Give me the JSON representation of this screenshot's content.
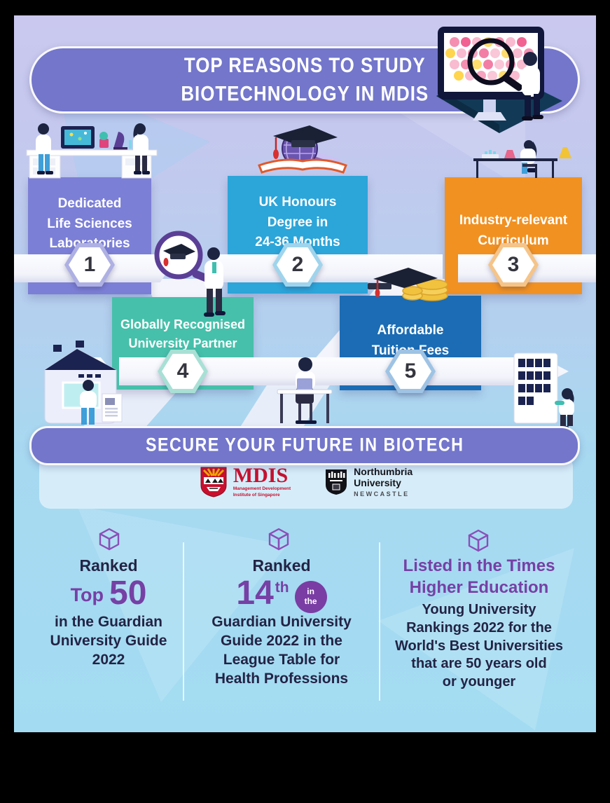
{
  "header": {
    "title": "TOP REASONS TO STUDY\nBIOTECHNOLOGY IN MDIS"
  },
  "reasons": [
    {
      "number": "1",
      "label": "Dedicated\nLife Sciences\nLaboratories",
      "color": "#7c7fd6",
      "badge_border": "#aeb0e3"
    },
    {
      "number": "2",
      "label": "UK Honours\nDegree in\n24-36 Months",
      "color": "#2ca5d9",
      "badge_border": "#9fd4ec"
    },
    {
      "number": "3",
      "label": "Industry-relevant\nCurriculum",
      "color": "#f19122",
      "badge_border": "#f5c489"
    },
    {
      "number": "4",
      "label": "Globally Recognised\nUniversity Partner",
      "color": "#46c0aa",
      "badge_border": "#a8e0d5"
    },
    {
      "number": "5",
      "label": "Affordable\nTuition Fees",
      "color": "#1b6cb4",
      "badge_border": "#9ec3e4"
    }
  ],
  "banner": {
    "title": "SECURE YOUR FUTURE IN BIOTECH"
  },
  "logos": {
    "mdis": {
      "acronym": "MDIS",
      "subtitle": "Management Development\nInstitute of Singapore"
    },
    "northumbria": {
      "name": "Northumbria\nUniversity",
      "city": "NEWCASTLE"
    }
  },
  "facts": [
    {
      "prefix": "Ranked",
      "rank_small": "Top",
      "rank_big": "50",
      "body": "in the Guardian\nUniversity Guide\n2022"
    },
    {
      "prefix": "Ranked",
      "rank_big": "14",
      "rank_sup": "th",
      "circle": "in\nthe",
      "body": "Guardian University\nGuide 2022 in the\nLeague Table for\nHealth Professions"
    },
    {
      "title": "Listed in the Times\nHigher Education",
      "body": "Young University\nRankings 2022 for the\nWorld's Best Universities\nthat are 50 years old\nor younger"
    }
  ],
  "colors": {
    "header_purple": "#7376cb",
    "accent_purple": "#7640a5",
    "dark_text": "#232345",
    "mdis_red": "#c8102e",
    "bg_top": "#c9c7ee",
    "bg_bottom": "#a3dcf2"
  }
}
